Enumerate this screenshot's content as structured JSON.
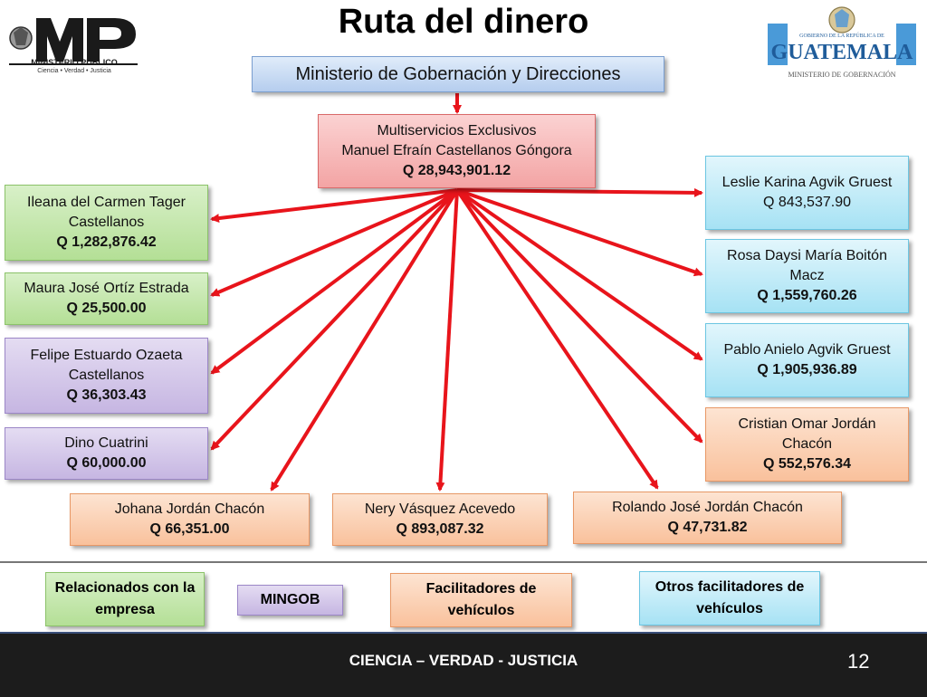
{
  "title": "Ruta del dinero",
  "logos": {
    "mp": {
      "main": "MP",
      "sub": "MINISTERIO PÚBLICO",
      "motto": "Ciencia • Verdad • Justicia"
    },
    "gt": {
      "top": "GOBIERNO DE LA REPÚBLICA DE",
      "main": "GUATEMALA",
      "sub": "MINISTERIO DE GOBERNACIÓN"
    }
  },
  "top_node": "Ministerio de Gobernación y Direcciones",
  "hub": {
    "line1": "Multiservicios Exclusivos",
    "line2": "Manuel Efraín Castellanos Góngora",
    "amount": "Q 28,943,901.12"
  },
  "left": [
    {
      "name": "Ileana del Carmen Tager Castellanos",
      "amount": "Q 1,282,876.42"
    },
    {
      "name": "Maura José Ortíz Estrada",
      "amount": "Q 25,500.00"
    },
    {
      "name": "Felipe Estuardo Ozaeta Castellanos",
      "amount": "Q 36,303.43"
    },
    {
      "name": "Dino Cuatrini",
      "amount": "Q 60,000.00"
    }
  ],
  "right": [
    {
      "name": "Leslie Karina Agvik Gruest",
      "amount": "Q 843,537.90"
    },
    {
      "name": "Rosa Daysi María Boitón Macz",
      "amount": "Q 1,559,760.26"
    },
    {
      "name": "Pablo Anielo Agvik Gruest",
      "amount": "Q 1,905,936.89"
    },
    {
      "name": "Cristian Omar Jordán Chacón",
      "amount": "Q 552,576.34"
    }
  ],
  "bottom": [
    {
      "name": "Johana Jordán Chacón",
      "amount": "Q 66,351.00"
    },
    {
      "name": "Nery Vásquez Acevedo",
      "amount": "Q 893,087.32"
    },
    {
      "name": "Rolando José Jordán Chacón",
      "amount": "Q 47,731.82"
    }
  ],
  "legend": [
    "Relacionados con la empresa",
    "MINGOB",
    "Facilitadores de vehículos",
    "Otros facilitadores de vehículos"
  ],
  "footer": "CIENCIA – VERDAD - JUSTICIA",
  "page_number": "12",
  "colors": {
    "arrow": "#e8141b",
    "related": "#b4df96",
    "mingob": "#c6b6e2",
    "facilitators": "#f9c19c",
    "other_facilitators": "#a6e2f4",
    "hub": "#f3a4a4",
    "top": "#b5cdee"
  }
}
